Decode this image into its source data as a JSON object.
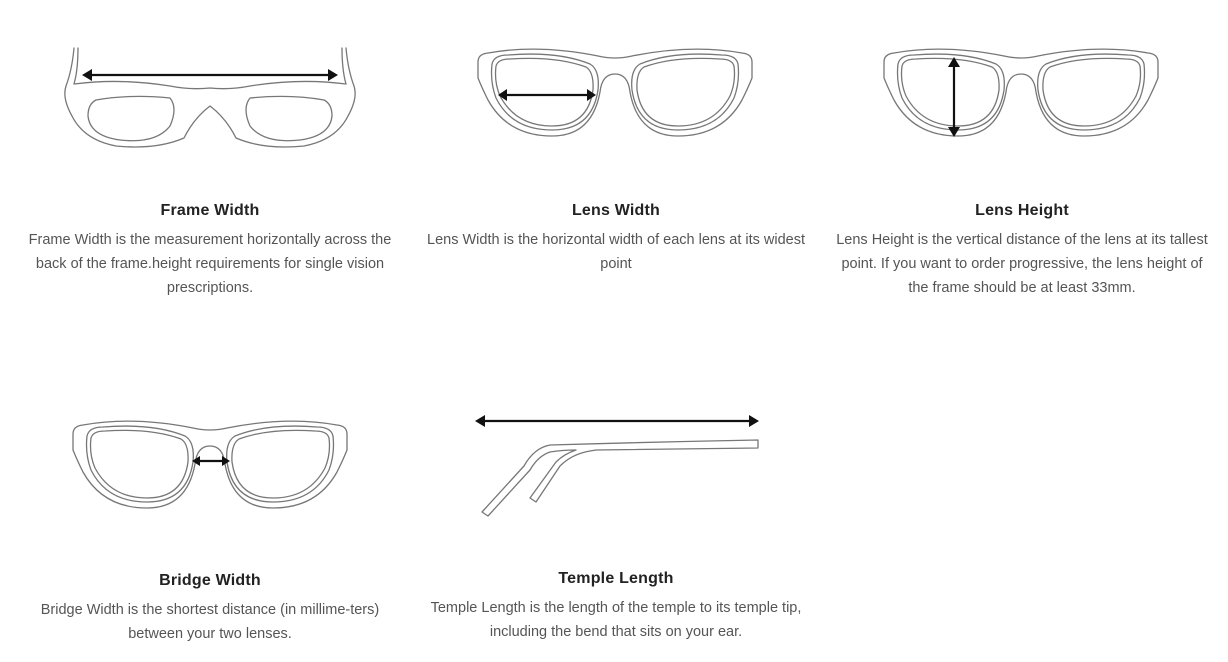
{
  "measurements": [
    {
      "title": "Frame Width",
      "description": "Frame Width is the measurement horizontally across the back of the frame.height requirements for single vision prescriptions."
    },
    {
      "title": "Lens Width",
      "description": "Lens Width is the horizontal width of each lens at its widest point"
    },
    {
      "title": "Lens Height",
      "description": "Lens Height is the vertical distance of the lens at its tallest point. If you want to order progressive, the lens height of the frame should be at least 33mm."
    },
    {
      "title": "Bridge Width",
      "description": "Bridge Width is the shortest distance (in millime-ters) between your two lenses."
    },
    {
      "title": "Temple Length",
      "description": "Temple Length is the length of the temple to its temple tip, including the bend that sits on your ear."
    }
  ],
  "icons": [
    "frame-width-diagram",
    "lens-width-diagram",
    "lens-height-diagram",
    "bridge-width-diagram",
    "temple-length-diagram"
  ],
  "colors": {
    "outline": "#777777",
    "arrow": "#111111",
    "title": "#222222",
    "text": "#555555"
  }
}
